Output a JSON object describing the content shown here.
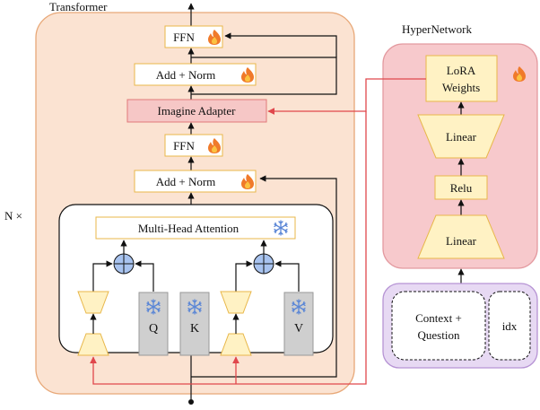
{
  "transformer": {
    "title": "Transformer",
    "repeat_label": "N ×",
    "top_blocks": {
      "ffn_top": "FFN",
      "add_norm_top": "Add + Norm",
      "imagine_adapter": "Imagine Adapter",
      "ffn_mid": "FFN",
      "add_norm_mid": "Add + Norm"
    },
    "attention": {
      "label": "Multi-Head Attention",
      "q": "Q",
      "k": "K",
      "v": "V"
    }
  },
  "hypernetwork": {
    "title": "HyperNetwork",
    "lora": [
      "LoRA",
      "Weights"
    ],
    "linear_top": "Linear",
    "relu": "Relu",
    "linear_bottom": "Linear"
  },
  "inputs": {
    "context_question": [
      "Context +",
      "Question"
    ],
    "idx": "idx"
  },
  "icons": {
    "trainable": "fire-icon",
    "frozen": "snowflake-icon"
  },
  "colors": {
    "transformer_bg": "#fbe3d2",
    "transformer_border": "#e8a878",
    "hyper_bg": "#f7c9cc",
    "hyper_border": "#e39aa0",
    "purple_bg": "#e7d9f3",
    "purple_border": "#b693d4",
    "block_yellow": "#fff2c4",
    "block_border": "#e8b74a",
    "adapter_bg": "#f6c7c6",
    "adapter_border": "#e0787a",
    "red_arrow": "#e0474c",
    "gray_block": "#cfcfcf",
    "plus_circle": "#a8c3ef"
  }
}
